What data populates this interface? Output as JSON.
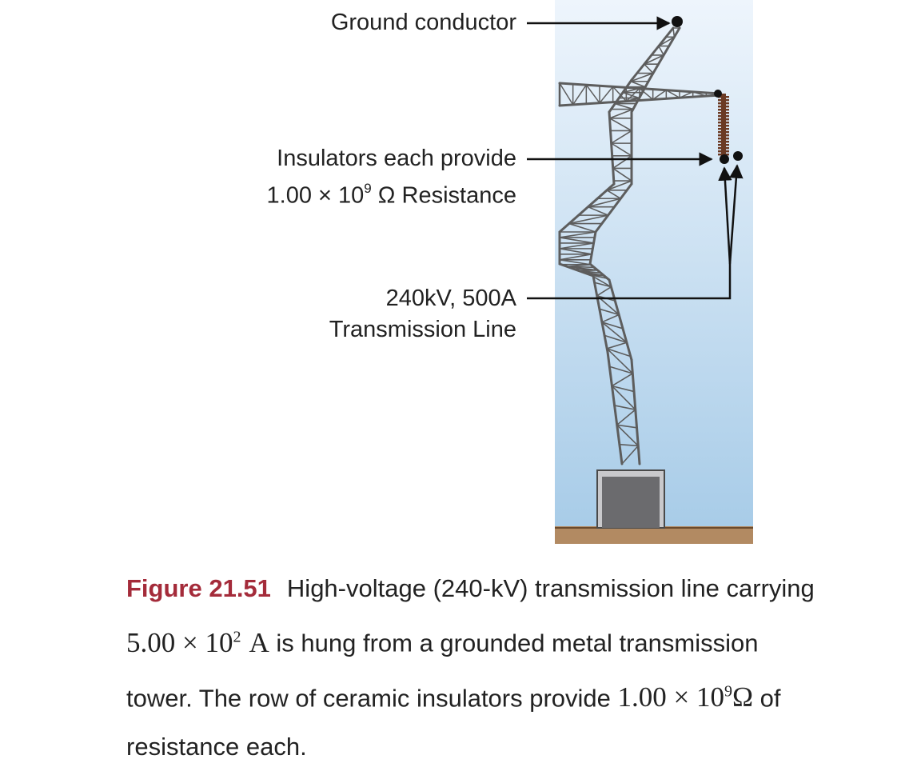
{
  "labels": {
    "ground_conductor": "Ground conductor",
    "insulators_line1": "Insulators each provide",
    "insulators_math_mantissa": "1.00 × 10",
    "insulators_math_exp": "9",
    "insulators_math_unit": "Ω Resistance",
    "line_voltage": "240kV, 500A",
    "line_name": "Transmission Line"
  },
  "caption": {
    "number": "Figure 21.51",
    "text1": "High-voltage (240-kV) transmission line carrying ",
    "current_mantissa": "5.00 × 10",
    "current_exp": "2",
    "current_unit": "A",
    "text2": " is hung from a grounded metal transmission tower. The row of ceramic insulators provide ",
    "res_mantissa": "1.00 × 10",
    "res_exp": "9",
    "res_unit": "Ω",
    "text3": " of resistance each."
  },
  "colors": {
    "sky_top": "#e8f2fb",
    "sky_bottom": "#a9cde9",
    "ground": "#b28a62",
    "tower_steel": "#5d5d5d",
    "base_block": "#6b6b6e",
    "insulator": "#6b3a24",
    "caption_accent": "#a42b3a"
  }
}
